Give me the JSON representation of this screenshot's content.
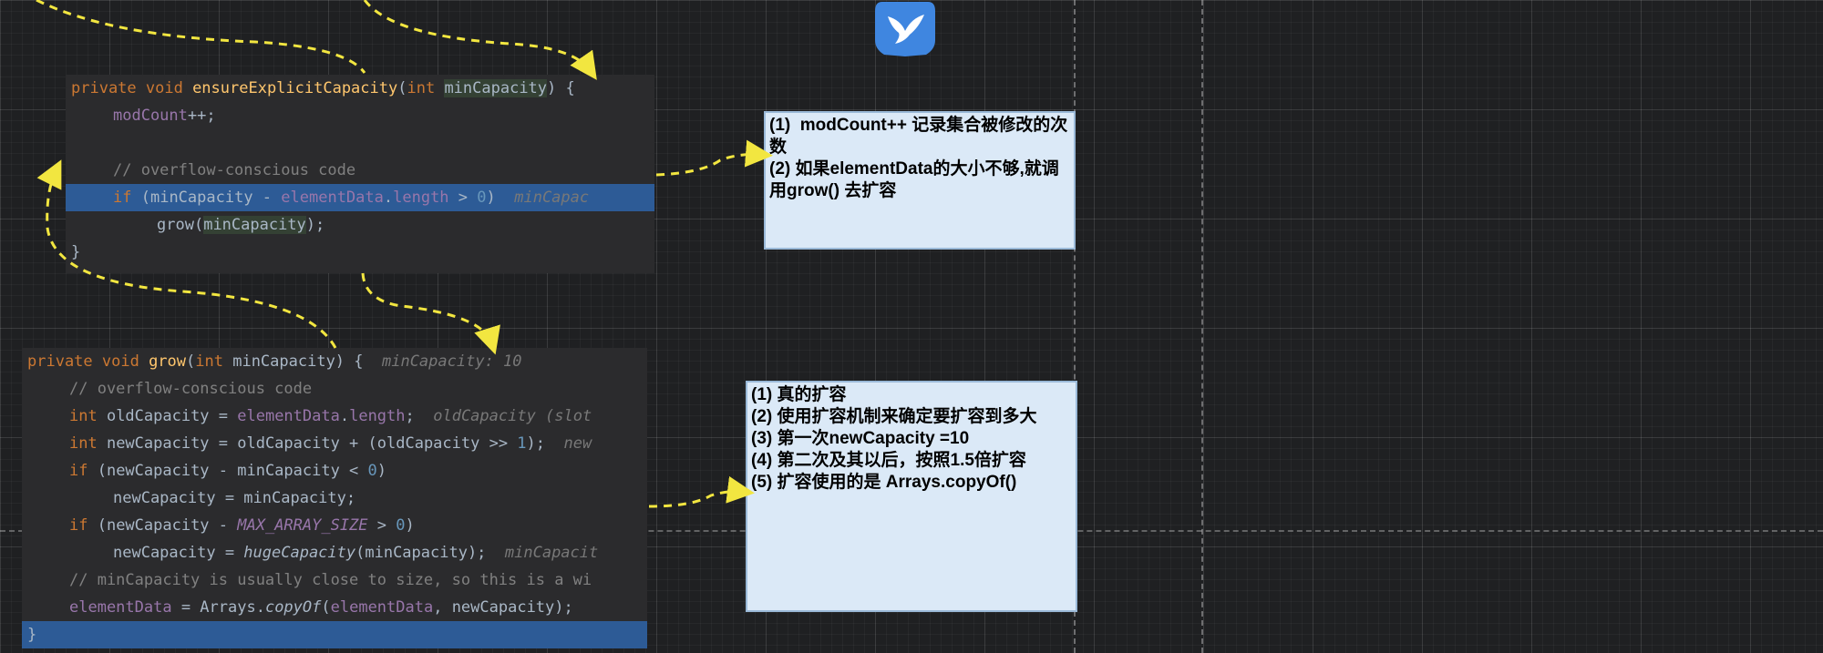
{
  "code_block_1": {
    "lines": [
      "private void ensureExplicitCapacity(int minCapacity) {",
      "    modCount++;",
      "",
      "    // overflow-conscious code",
      "    if (minCapacity - elementData.length > 0)  minCapac",
      "        grow(minCapacity);",
      "}"
    ]
  },
  "code_block_2": {
    "lines": [
      "private void grow(int minCapacity) {  minCapacity: 10",
      "    // overflow-conscious code",
      "    int oldCapacity = elementData.length;  oldCapacity (slot",
      "    int newCapacity = oldCapacity + (oldCapacity >> 1);  new",
      "    if (newCapacity - minCapacity < 0)",
      "        newCapacity = minCapacity;",
      "    if (newCapacity - MAX_ARRAY_SIZE > 0)",
      "        newCapacity = hugeCapacity(minCapacity);  minCapacit",
      "    // minCapacity is usually close to size, so this is a wi",
      "    elementData = Arrays.copyOf(elementData, newCapacity);",
      "}"
    ]
  },
  "note_1": {
    "lines": [
      "(1)  modCount++ 记录集合被修改的次数",
      "(2) 如果elementData的大小不够,就调用grow() 去扩容"
    ]
  },
  "note_2": {
    "lines": [
      "(1) 真的扩容",
      "(2) 使用扩容机制来确定要扩容到多大",
      "(3) 第一次newCapacity =10",
      "(4) 第二次及其以后，按照1.5倍扩容",
      "(5) 扩容使用的是 Arrays.copyOf()"
    ]
  },
  "colors": {
    "arrow": "#f2e640",
    "note_bg": "#dbe9f7",
    "code_bg": "#2b2b2d",
    "highlight": "#2d5b96"
  },
  "icons": {
    "logo": "bird-logo-icon"
  }
}
